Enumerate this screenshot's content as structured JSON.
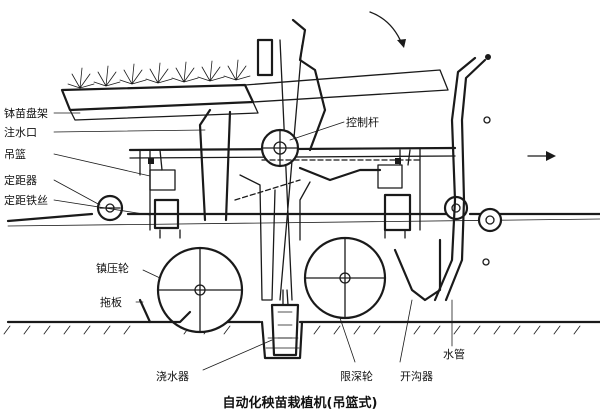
{
  "labels": {
    "seedling_tray_rack": "钵苗盘架",
    "water_inlet": "注水口",
    "hanging_basket": "吊篮",
    "spacing_device": "定距器",
    "spacing_wire": "定距铁丝",
    "control_lever": "控制杆",
    "press_wheel": "镇压轮",
    "drag_plate": "拖板",
    "water_pipe": "水管",
    "watering_device": "浇水器",
    "depth_limit_wheel": "限深轮",
    "furrow_opener": "开沟器"
  },
  "caption": "自动化秧苗栽植机(吊篮式)"
}
